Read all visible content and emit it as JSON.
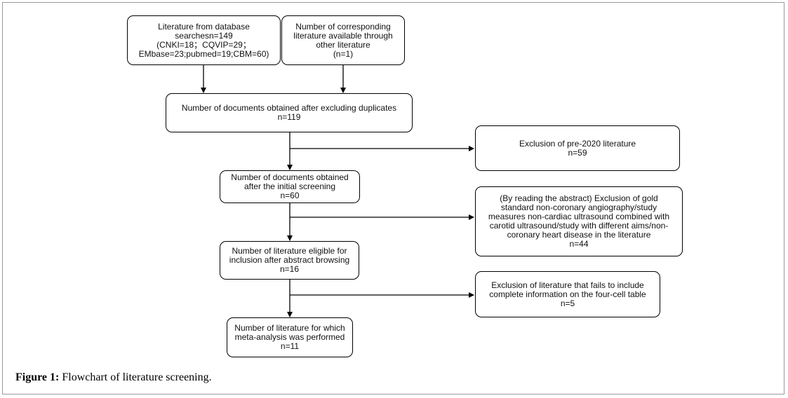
{
  "boxes": {
    "database_search": [
      "Literature from database",
      "searchesn=149",
      "(CNKI=18；CQVIP=29；",
      "EMbase=23;pubmed=19;CBM=60)"
    ],
    "other_literature": [
      "Number of corresponding",
      "literature available through",
      "other literature",
      "(n=1)"
    ],
    "after_duplicates": [
      "Number of documents obtained after excluding duplicates",
      "n=119"
    ],
    "exclude_pre2020": [
      "Exclusion of pre-2020 literature",
      "n=59"
    ],
    "initial_screening": [
      "Number of documents obtained",
      "after the initial screening",
      "n=60"
    ],
    "exclude_abstract": [
      "(By reading the abstract) Exclusion of gold",
      "standard non-coronary angiography/study",
      "measures non-cardiac ultrasound combined with",
      "carotid ultrasound/study with different aims/non-",
      "coronary heart disease in the literature",
      "n=44"
    ],
    "abstract_browsing": [
      "Number of literature eligible for",
      "inclusion after abstract browsing",
      "n=16"
    ],
    "exclude_fourcell": [
      "Exclusion of literature that fails to include",
      "complete information on the four-cell table",
      "n=5"
    ],
    "meta_analysis": [
      "Number of literature for which",
      "meta-analysis was performed",
      "n=11"
    ]
  },
  "caption": {
    "label": "Figure 1:",
    "text": " Flowchart of literature screening."
  }
}
